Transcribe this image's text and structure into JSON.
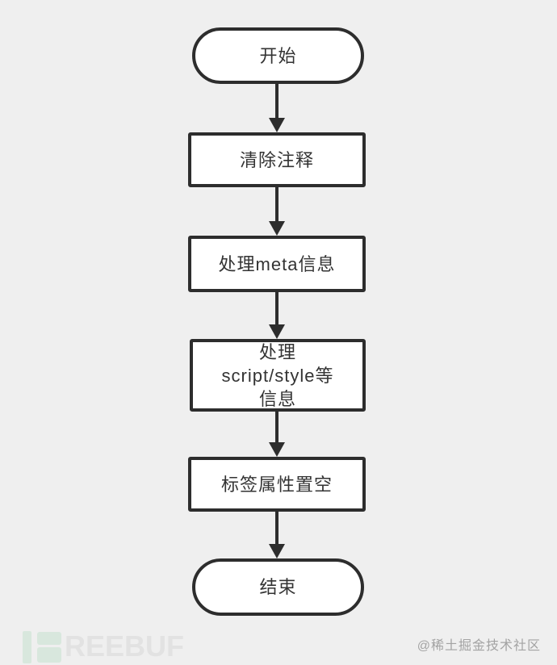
{
  "colors": {
    "bg": "#efefef",
    "stroke": "#2d2d2d",
    "node-fill": "#ffffff",
    "node-text": "#333333",
    "logo-icon": "#d8e7dd",
    "logo-text": "#e2e2e2",
    "credit-text": "#a3a3a3"
  },
  "flowchart": {
    "direction": "top-down",
    "nodes": [
      {
        "id": "start",
        "type": "stadium",
        "label": "开始"
      },
      {
        "id": "clear-comments",
        "type": "rect",
        "label": "清除注释"
      },
      {
        "id": "handle-meta",
        "type": "rect",
        "label": "处理meta信息"
      },
      {
        "id": "handle-script-style",
        "type": "rect",
        "label": "处理\nscript/style等\n信息"
      },
      {
        "id": "empty-tag-attrs",
        "type": "rect",
        "label": "标签属性置空"
      },
      {
        "id": "end",
        "type": "stadium",
        "label": "结束"
      }
    ],
    "edges": [
      {
        "from": "start",
        "to": "clear-comments"
      },
      {
        "from": "clear-comments",
        "to": "handle-meta"
      },
      {
        "from": "handle-meta",
        "to": "handle-script-style"
      },
      {
        "from": "handle-script-style",
        "to": "empty-tag-attrs"
      },
      {
        "from": "empty-tag-attrs",
        "to": "end"
      }
    ]
  },
  "footer": {
    "logo_letters": "REEBUF",
    "credit": "@稀土掘金技术社区"
  }
}
